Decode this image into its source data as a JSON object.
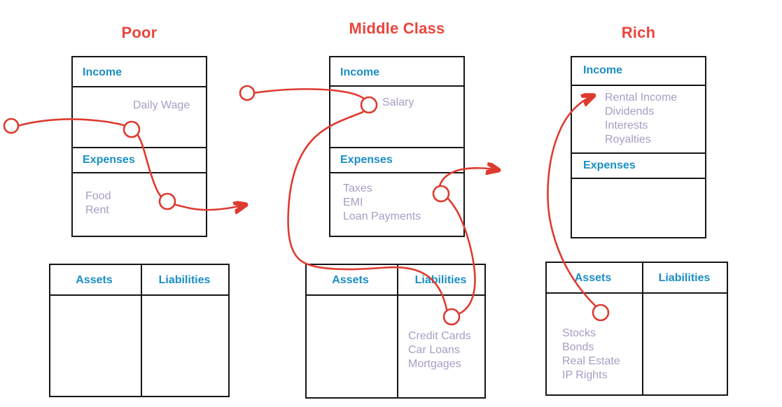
{
  "diagram": {
    "title_color": "#e8453c",
    "heading_color": "#1a8ec4",
    "item_color": "#a99cc4",
    "flow_color": "#de3b30",
    "border_color": "#16161a"
  },
  "columns": [
    {
      "id": "poor",
      "title": "Poor",
      "statement": {
        "income_label": "Income",
        "income_items": "Daily Wage",
        "expenses_label": "Expenses",
        "expenses_items": "Food\nRent"
      },
      "balance": {
        "assets_label": "Assets",
        "assets_items": "",
        "liabilities_label": "Liabilities",
        "liabilities_items": ""
      }
    },
    {
      "id": "middle-class",
      "title": "Middle Class",
      "statement": {
        "income_label": "Income",
        "income_items": "Salary",
        "expenses_label": "Expenses",
        "expenses_items": "Taxes\nEMI\nLoan Payments"
      },
      "balance": {
        "assets_label": "Assets",
        "assets_items": "",
        "liabilities_label": "Liabilities",
        "liabilities_items": "Credit Cards\nCar Loans\nMortgages"
      }
    },
    {
      "id": "rich",
      "title": "Rich",
      "statement": {
        "income_label": "Income",
        "income_items": "Rental Income\nDividends\nInterests\nRoyalties",
        "expenses_label": "Expenses",
        "expenses_items": ""
      },
      "balance": {
        "assets_label": "Assets",
        "assets_items": "Stocks\nBonds\nReal Estate\nIP Rights",
        "liabilities_label": "Liabilities",
        "liabilities_items": ""
      }
    }
  ],
  "flows": [
    {
      "name": "poor-cashflow",
      "description": "Daily Wage income flows through expenses and out",
      "nodes": 3,
      "arrowhead": true
    },
    {
      "name": "middle-class-cashflow",
      "description": "Salary flows into expenses and liabilities, out of the system",
      "nodes": 3,
      "arrowhead": true
    },
    {
      "name": "rich-cashflow",
      "description": "Assets generate income",
      "nodes": 1,
      "arrowhead": true
    }
  ]
}
